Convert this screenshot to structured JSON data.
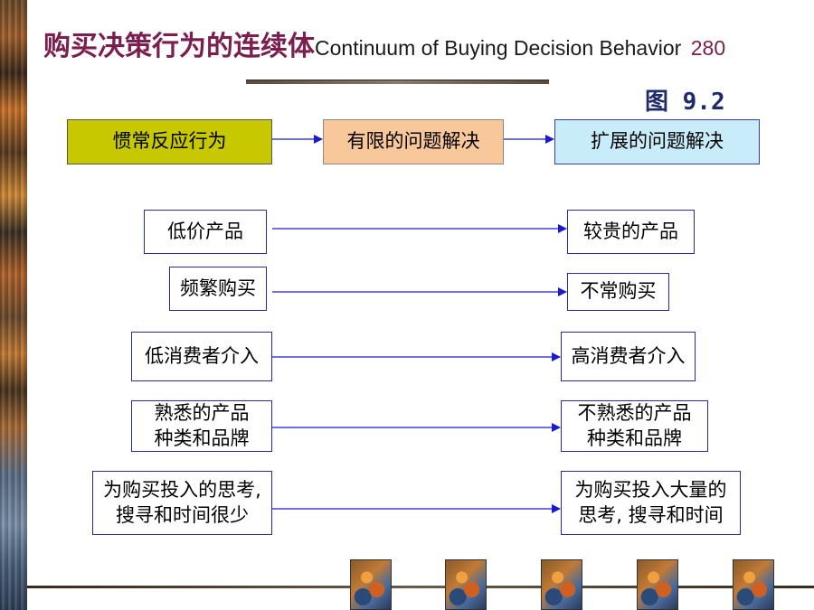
{
  "title": {
    "zh": "购买决策行为的连续体",
    "en": "Continuum of Buying Decision Behavior",
    "page": "280"
  },
  "figure_label": "图 9.2",
  "headers": [
    "惯常反应行为",
    "有限的问题解决",
    "扩展的问题解决"
  ],
  "rows": [
    {
      "left": [
        "低价产品"
      ],
      "right": [
        "较贵的产品"
      ]
    },
    {
      "left": [
        "频繁购买"
      ],
      "right": [
        "不常购买"
      ]
    },
    {
      "left": [
        "低消费者介入"
      ],
      "right": [
        "高消费者介入"
      ]
    },
    {
      "left": [
        "熟悉的产品",
        "种类和品牌"
      ],
      "right": [
        "不熟悉的产品",
        "种类和品牌"
      ]
    },
    {
      "left": [
        "为购买投入的思考,",
        "搜寻和时间很少"
      ],
      "right": [
        "为购买投入大量的",
        "思考, 搜寻和时间"
      ]
    }
  ],
  "colors": {
    "title": "#7a1f4e",
    "arrow": "#1a1ad0",
    "header1": "#c8c800",
    "header2": "#f8c89a",
    "header3": "#c8ecfa"
  }
}
